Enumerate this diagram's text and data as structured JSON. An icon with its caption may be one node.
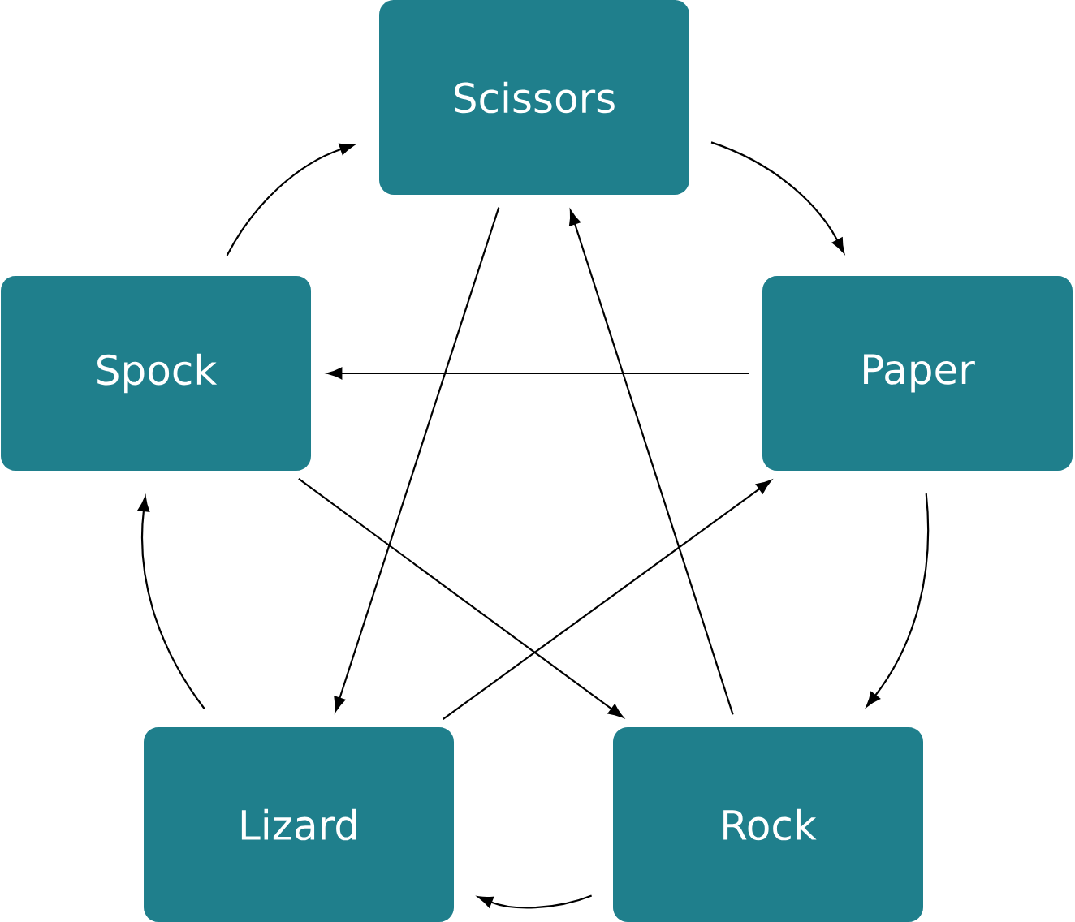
{
  "diagram": {
    "nodes": [
      {
        "text": [
          "Scissors"
        ]
      },
      {
        "text": [
          "Paper"
        ]
      },
      {
        "text": [
          "Rock"
        ]
      },
      {
        "text": [
          "Lizard"
        ]
      },
      {
        "text": [
          "Spock"
        ]
      }
    ],
    "edges": [
      {
        "from": 0,
        "to": 1,
        "arrow": "to"
      },
      {
        "from": 1,
        "to": 2,
        "arrow": "to"
      },
      {
        "from": 2,
        "to": 3,
        "arrow": "to"
      },
      {
        "from": 3,
        "to": 4,
        "arrow": "to"
      },
      {
        "from": 4,
        "to": 0,
        "arrow": "to"
      },
      {
        "from": 1,
        "to": 4,
        "arrow": "to"
      },
      {
        "from": 4,
        "to": 2,
        "arrow": "to"
      },
      {
        "from": 2,
        "to": 0,
        "arrow": "to"
      },
      {
        "from": 0,
        "to": 3,
        "arrow": "to"
      },
      {
        "from": 3,
        "to": 1,
        "arrow": "to"
      }
    ]
  }
}
